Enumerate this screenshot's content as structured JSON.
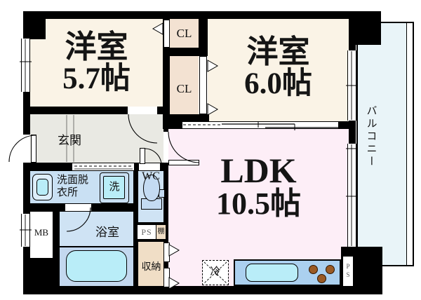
{
  "plan": {
    "west_room_1": {
      "name": "洋室",
      "size": "5.7帖"
    },
    "west_room_2": {
      "name": "洋室",
      "size": "6.0帖"
    },
    "ldk": {
      "name": "LDK",
      "size": "10.5帖"
    },
    "balcony": {
      "label": "バルコニー"
    },
    "entrance": {
      "label": "玄関"
    },
    "washroom": {
      "line1": "洗面脱",
      "line2": "衣所"
    },
    "washing_machine": {
      "label": "洗"
    },
    "wc": {
      "label": "WC"
    },
    "meter_box": {
      "label": "MB"
    },
    "bathroom": {
      "label": "浴室"
    },
    "pipe_space_wc": {
      "label": "PS"
    },
    "shelf": {
      "label": "棚"
    },
    "storage": {
      "label": "収納"
    },
    "refrigerator": {
      "label": "冷"
    },
    "pipe_space_kitchen": {
      "p": "P",
      "s": "S"
    },
    "closet_top": {
      "label": "CL"
    },
    "closet_bottom": {
      "label": "CL"
    }
  },
  "colors": {
    "wall": "#000000",
    "room_cream": "#faf3e6",
    "closet_tan": "#f3e2d2",
    "ldk_pink": "#fdeef7",
    "balcony_blue": "#e9f4f8",
    "washroom_blue": "#c9e0f3",
    "wc_blue": "#cfe3f4",
    "tub_zone_blue": "#c3d8ef",
    "fixture_cyan": "#b9edf8",
    "kitchen_blue": "#abd0ef",
    "hallway_gray": "#e9e9e3",
    "storage_tan": "#f0dec6",
    "burner_brown": "#9a5a24"
  }
}
